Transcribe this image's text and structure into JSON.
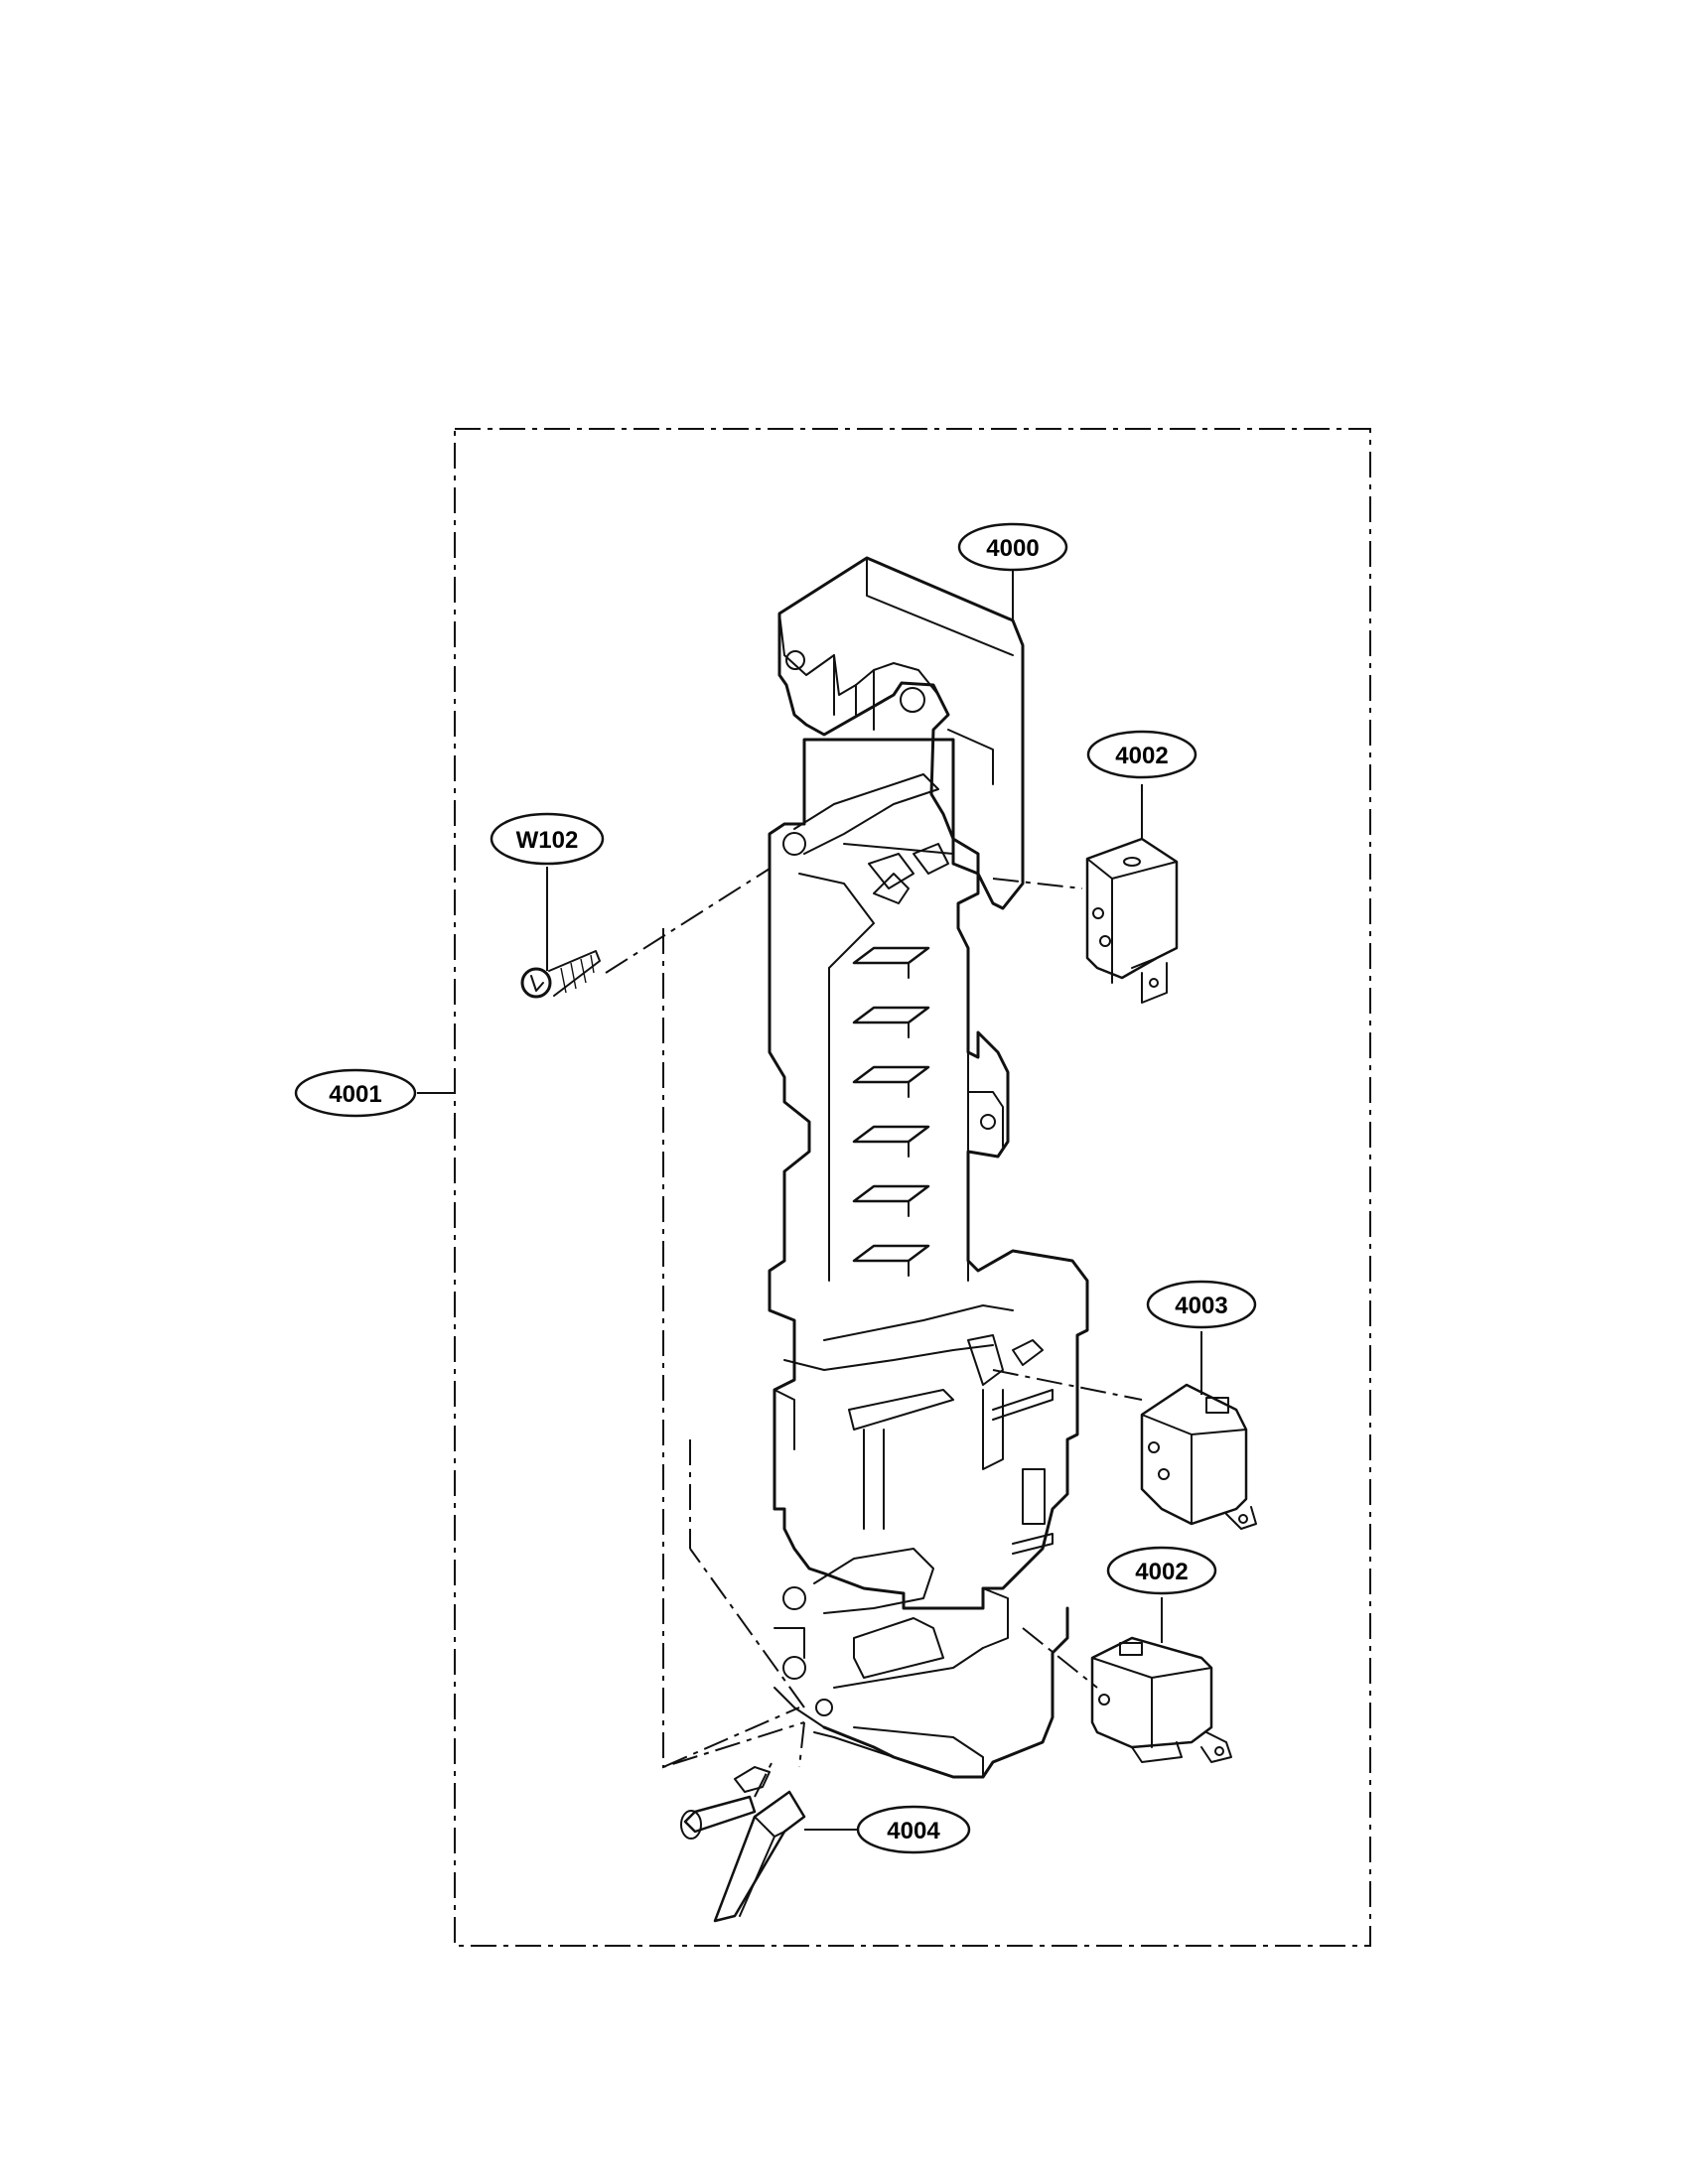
{
  "callouts": {
    "frame_assembly": "4001",
    "latch_board": "4000",
    "switch_upper": "4002",
    "screw": "W102",
    "switch_middle": "4003",
    "switch_lower": "4002",
    "lever": "4004"
  }
}
